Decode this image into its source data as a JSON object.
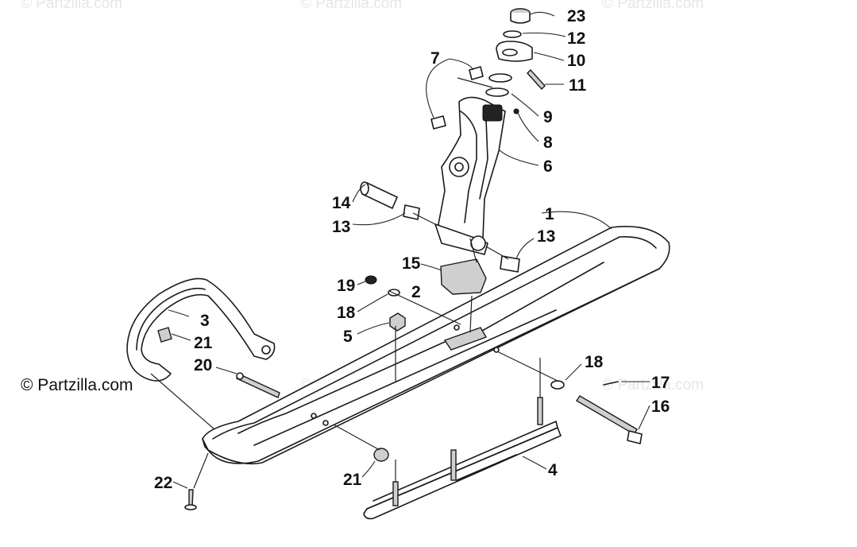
{
  "watermark": "© Partzilla.com",
  "copyright": "© Partzilla.com",
  "callouts": [
    "23",
    "12",
    "10",
    "11",
    "7",
    "9",
    "8",
    "6",
    "14",
    "13",
    "1",
    "13",
    "15",
    "19",
    "2",
    "18",
    "3",
    "21",
    "5",
    "20",
    "18",
    "17",
    "16",
    "21",
    "4",
    "22"
  ]
}
